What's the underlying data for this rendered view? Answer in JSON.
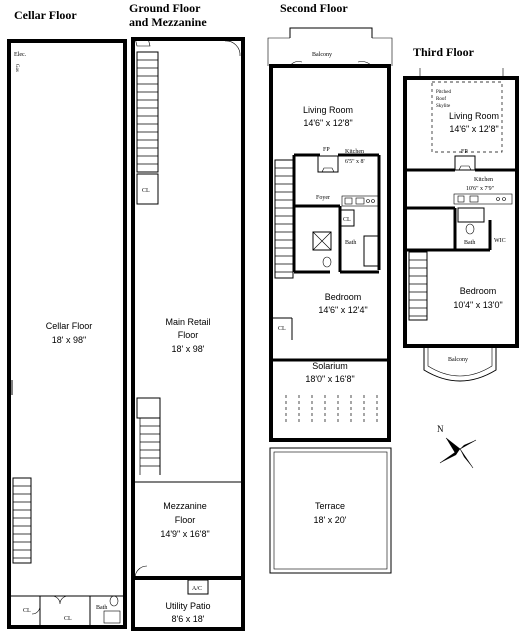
{
  "floors": {
    "cellar": {
      "title": "Cellar Floor",
      "room": {
        "name": "Cellar Floor",
        "dims": "18' x 98\""
      },
      "elec": "Elec.",
      "gas": "Gas",
      "closets": [
        "CL",
        "CL"
      ],
      "bath": "Bath"
    },
    "ground": {
      "title_line1": "Ground Floor",
      "title_line2": "and Mezzanine",
      "retail": {
        "name_line1": "Main Retail",
        "name_line2": "Floor",
        "dims": "18' x 98'"
      },
      "mezzanine": {
        "name_line1": "Mezzanine",
        "name_line2": "Floor",
        "dims": "14'9\" x 16'8\""
      },
      "patio": {
        "name": "Utility Patio",
        "dims": "8'6 x 18'"
      },
      "closet": "CL",
      "ac": "A/C"
    },
    "second": {
      "title": "Second Floor",
      "balcony": "Balcony",
      "living": {
        "name": "Living Room",
        "dims": "14'6\" x 12'8\""
      },
      "fp": "FP",
      "kitchen": {
        "name": "Kitchen",
        "dims": "6'5\" x 8'"
      },
      "foyer": "Foyer",
      "closets": [
        "CL",
        "CL"
      ],
      "bath": "Bath",
      "bedroom": {
        "name": "Bedroom",
        "dims": "14'6\" x 12'4\""
      },
      "solarium": {
        "name": "Solarium",
        "dims": "18'0\" x 16'8\""
      },
      "terrace": {
        "name": "Terrace",
        "dims": "18' x 20'"
      }
    },
    "third": {
      "title": "Third Floor",
      "skylite": [
        "Pitched",
        "Roof",
        "Skylite"
      ],
      "living": {
        "name": "Living Room",
        "dims": "14'6\" x 12'8\""
      },
      "fp": "FP",
      "kitchen": {
        "name": "Kitchen",
        "dims": "10'6\" x 7'9\""
      },
      "bath": "Bath",
      "wic": "WIC",
      "bedroom": {
        "name": "Bedroom",
        "dims": "10'4\" x 13'0\""
      },
      "balcony": "Balcony"
    }
  },
  "compass": {
    "north": "N",
    "icon": "compass-rose-icon"
  }
}
